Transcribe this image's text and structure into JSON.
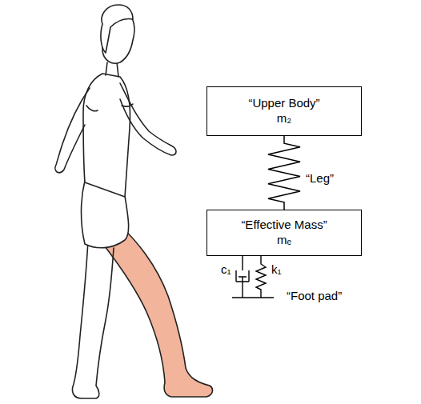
{
  "diagram": {
    "nodes": [
      {
        "text": [
          "“Upper Body”",
          "m₂"
        ]
      },
      {
        "text": [
          "“Effective Mass”",
          "mₑ"
        ]
      }
    ],
    "edges": [
      {
        "from": 0,
        "to": 1,
        "arrow": "none"
      }
    ],
    "labels": [
      "“Leg”",
      "c₁",
      "k₁",
      "“Foot pad”"
    ]
  }
}
